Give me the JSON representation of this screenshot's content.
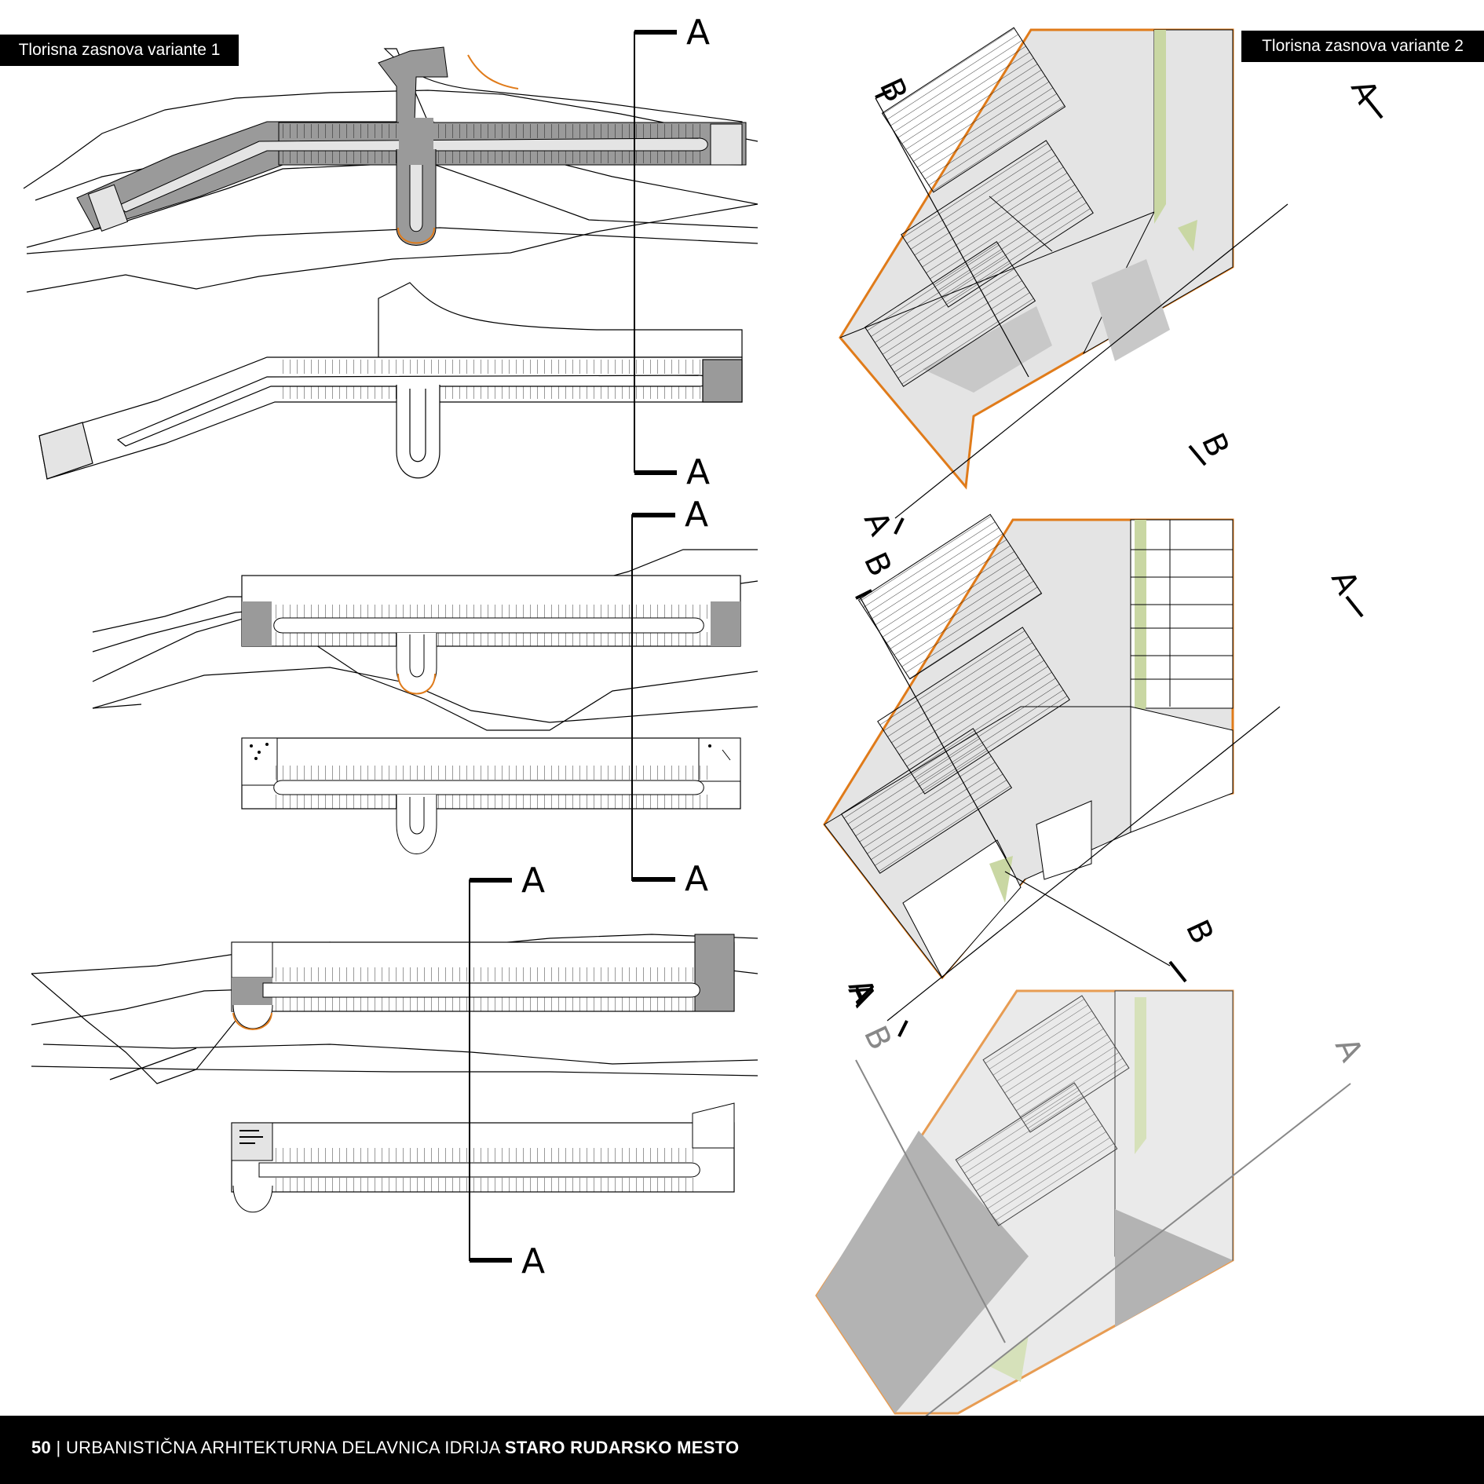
{
  "page": {
    "label_variant_1": "Tlorisna zasnova variante 1",
    "label_variant_2": "Tlorisna zasnova variante 2",
    "footer": {
      "page_number": "50",
      "separator": "|",
      "publication": "URBANISTIČNA ARHITEKTURNA DELAVNICA IDRIJA",
      "title": "STARO RUDARSKO MESTO"
    }
  },
  "section_marks": {
    "a": "A",
    "b": "B",
    "a_rot": "A",
    "b_rot": "B"
  },
  "colors": {
    "orange_outline": "#e07b1a",
    "dark_gray": "#9a9a9a",
    "mid_gray": "#b4b4b4",
    "light_gray": "#e4e4e4",
    "green_patch": "#c9d7a3",
    "black": "#000000"
  }
}
